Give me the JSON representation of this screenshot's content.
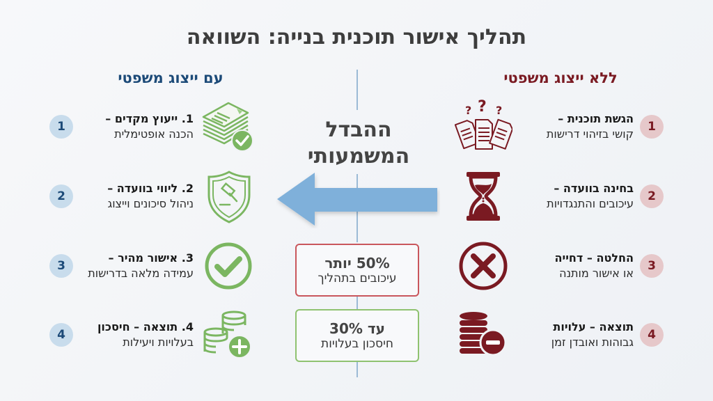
{
  "title": "תהליך אישור תוכנית בנייה: השוואה",
  "colors": {
    "without_accent": "#7a1a22",
    "with_accent_heading": "#1c4a78",
    "with_accent_icons": "#7bb661",
    "arrow": "#7fb0da",
    "divider": "#9bbad6"
  },
  "without_rep": {
    "heading": "ללא ייצוג משפטי",
    "steps": [
      {
        "num": "1",
        "title": "הגשת תוכנית –",
        "subtitle": "קושי בזיהוי דרישות",
        "icon": "confused-documents-icon"
      },
      {
        "num": "2",
        "title": "בחינה בוועדה –",
        "subtitle": "עיכובים והתנגדויות",
        "icon": "hourglass-icon"
      },
      {
        "num": "3",
        "title": "החלטה – דחייה",
        "subtitle": "או אישור מותנה",
        "icon": "x-circle-icon"
      },
      {
        "num": "4",
        "title": "תוצאה – עלויות",
        "subtitle": "גבוהות ואובדן זמן",
        "icon": "coins-minus-icon"
      }
    ]
  },
  "with_rep": {
    "heading": "עם ייצוג משפטי",
    "steps": [
      {
        "num": "1",
        "title": "1. ייעוץ מקדים –",
        "subtitle": "הכנה אופטימלית",
        "icon": "documents-check-icon"
      },
      {
        "num": "2",
        "title": "2. ליווי בוועדה –",
        "subtitle": "ניהול סיכונים וייצוג",
        "icon": "shield-gavel-icon"
      },
      {
        "num": "3",
        "title": "3. אישור מהיר –",
        "subtitle": "עמידה מלאה בדרישות",
        "icon": "check-circle-icon"
      },
      {
        "num": "4",
        "title": "4. תוצאה – חיסכון",
        "subtitle": "בעלויות ויעילות",
        "icon": "coins-plus-icon"
      }
    ]
  },
  "center": {
    "heading_line1": "ההבדל",
    "heading_line2": "המשמעותי",
    "arrow_icon": "arrow-left-icon",
    "stats": [
      {
        "value": "50% יותר",
        "label": "עיכובים בתהליך",
        "tone": "red"
      },
      {
        "value": "עד 30%",
        "label": "חיסכון בעלויות",
        "tone": "green"
      }
    ]
  }
}
